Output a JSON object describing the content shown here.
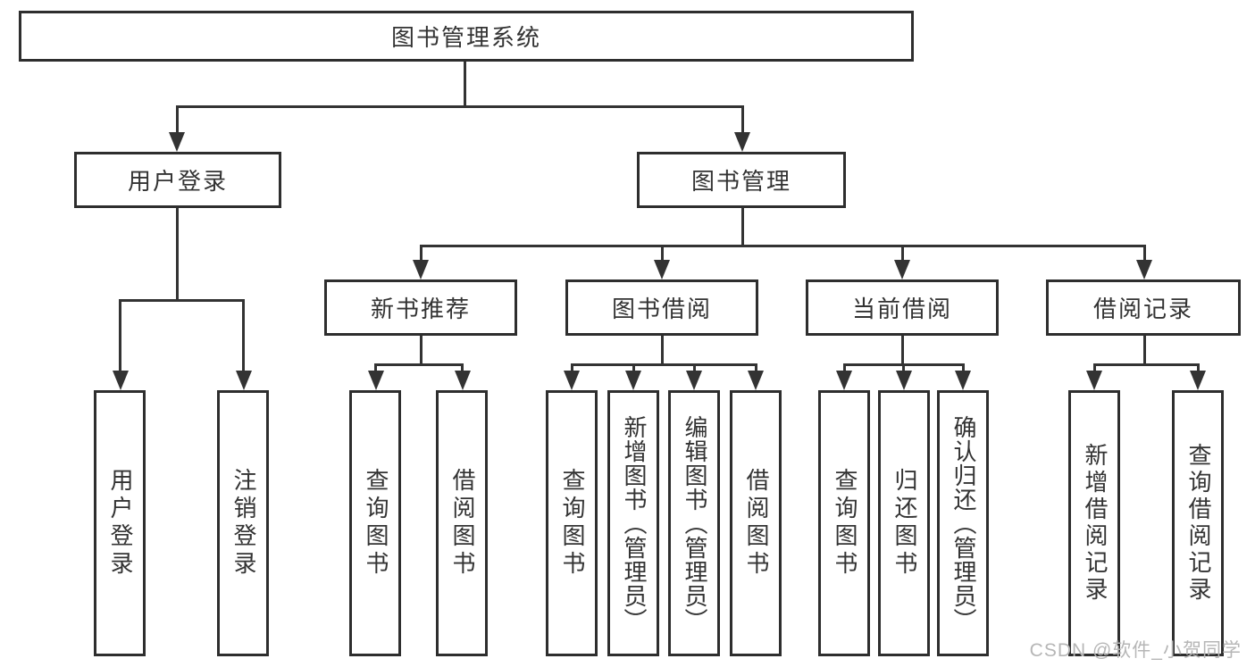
{
  "diagram_title": "图书管理系统",
  "nodes": {
    "root": {
      "label": "图书管理系统"
    },
    "user_login": {
      "label": "用户登录"
    },
    "book_mgmt": {
      "label": "图书管理"
    },
    "new_book_rec": {
      "label": "新书推荐"
    },
    "book_borrow": {
      "label": "图书借阅"
    },
    "current_borrow": {
      "label": "当前借阅"
    },
    "borrow_record": {
      "label": "借阅记录"
    },
    "leaf_login": {
      "label": "用户登录"
    },
    "leaf_logout": {
      "label": "注销登录"
    },
    "leaf_nbr_query": {
      "label": "查询图书"
    },
    "leaf_nbr_borrow": {
      "label": "借阅图书"
    },
    "leaf_bb_query": {
      "label": "查询图书"
    },
    "leaf_bb_add": {
      "label": "新增图书（管理员）"
    },
    "leaf_bb_edit": {
      "label": "编辑图书（管理员）"
    },
    "leaf_bb_borrow": {
      "label": "借阅图书"
    },
    "leaf_cb_query": {
      "label": "查询图书"
    },
    "leaf_cb_return": {
      "label": "归还图书"
    },
    "leaf_cb_confirm": {
      "label": "确认归还（管理员）"
    },
    "leaf_br_add": {
      "label": "新增借阅记录"
    },
    "leaf_br_query": {
      "label": "查询借阅记录"
    }
  },
  "watermark": {
    "text": "CSDN @软件_小贺同学"
  },
  "colors": {
    "line": "#333333",
    "border": "#2e2e2e",
    "text": "#333333",
    "watermark": "#b6b6b6",
    "background": "#ffffff"
  }
}
